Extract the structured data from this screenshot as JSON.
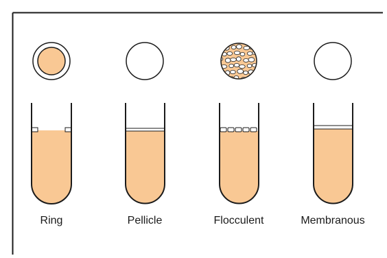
{
  "colors": {
    "medium": "#f9c894",
    "outline": "#1a1a1a",
    "background": "#ffffff"
  },
  "tubes": [
    {
      "id": "ring",
      "label": "Ring",
      "top_view": "ring"
    },
    {
      "id": "pellicle",
      "label": "Pellicle",
      "top_view": "empty-circle"
    },
    {
      "id": "flocculent",
      "label": "Flocculent",
      "top_view": "flakes"
    },
    {
      "id": "membranous",
      "label": "Membranous",
      "top_view": "empty-circle"
    }
  ]
}
